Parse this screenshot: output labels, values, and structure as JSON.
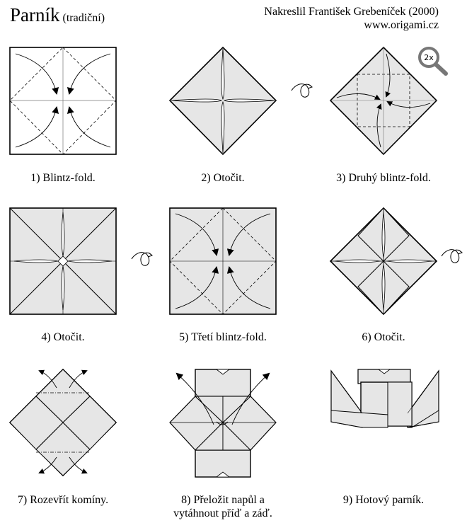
{
  "header": {
    "title": "Parník",
    "subtitle": "(tradiční)",
    "author": "Nakreslil František Grebeníček (2000)",
    "website": "www.origami.cz"
  },
  "steps": [
    {
      "caption": "1) Blintz-fold."
    },
    {
      "caption": "2) Otočit."
    },
    {
      "caption": "3) Druhý blintz-fold."
    },
    {
      "caption": "4) Otočit."
    },
    {
      "caption": "5) Třetí blintz-fold."
    },
    {
      "caption": "6) Otočit."
    },
    {
      "caption": "7) Rozevřít komíny."
    },
    {
      "caption_line1": "8) Přeložit napůl a",
      "caption_line2": "vytáhnout příď a záď."
    },
    {
      "caption": "9) Hotový parník."
    }
  ],
  "zoom_badge": "2x",
  "colors": {
    "paper": "#e6e6e6",
    "line": "#000000"
  }
}
